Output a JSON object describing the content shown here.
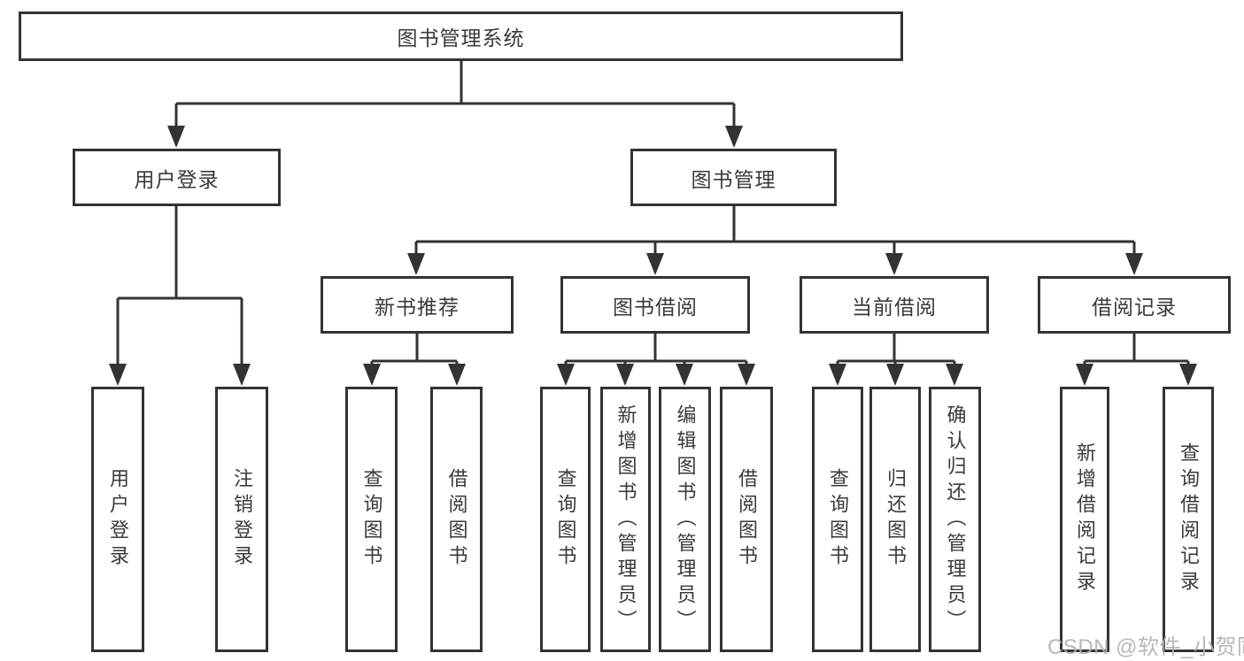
{
  "diagram_title": "图书管理系统",
  "colors": {
    "background": "#ffffff",
    "box_border": "#333333",
    "line": "#333333",
    "text": "#3a3a3a",
    "watermark": "#b2b2b2"
  },
  "nodes": {
    "root": {
      "label": "图书管理系统"
    },
    "userLogin": {
      "label": "用户登录"
    },
    "bookMgmt": {
      "label": "图书管理"
    },
    "newBookRec": {
      "label": "新书推荐"
    },
    "bookBorrow": {
      "label": "图书借阅"
    },
    "currentBorrow": {
      "label": "当前借阅"
    },
    "borrowRecords": {
      "label": "借阅记录"
    },
    "leafUserLogin": {
      "label": "用户登录"
    },
    "leafLogout": {
      "label": "注销登录"
    },
    "leafQueryBook1": {
      "label": "查询图书"
    },
    "leafBorrowBook1": {
      "label": "借阅图书"
    },
    "leafQueryBook2": {
      "label": "查询图书"
    },
    "leafAddBook": {
      "label": "新增图书（管理员）"
    },
    "leafEditBook": {
      "label": "编辑图书（管理员）"
    },
    "leafBorrowBook2": {
      "label": "借阅图书"
    },
    "leafQueryBook3": {
      "label": "查询图书"
    },
    "leafReturnBook": {
      "label": "归还图书"
    },
    "leafConfirmReturn": {
      "label": "确认归还（管理员）"
    },
    "leafAddBorrowRecord": {
      "label": "新增借阅记录"
    },
    "leafQueryBorrowRecord": {
      "label": "查询借阅记录"
    }
  },
  "edges": [
    [
      "root",
      "userLogin"
    ],
    [
      "root",
      "bookMgmt"
    ],
    [
      "userLogin",
      "leafUserLogin"
    ],
    [
      "userLogin",
      "leafLogout"
    ],
    [
      "bookMgmt",
      "newBookRec"
    ],
    [
      "bookMgmt",
      "bookBorrow"
    ],
    [
      "bookMgmt",
      "currentBorrow"
    ],
    [
      "bookMgmt",
      "borrowRecords"
    ],
    [
      "newBookRec",
      "leafQueryBook1"
    ],
    [
      "newBookRec",
      "leafBorrowBook1"
    ],
    [
      "bookBorrow",
      "leafQueryBook2"
    ],
    [
      "bookBorrow",
      "leafAddBook"
    ],
    [
      "bookBorrow",
      "leafEditBook"
    ],
    [
      "bookBorrow",
      "leafBorrowBook2"
    ],
    [
      "currentBorrow",
      "leafQueryBook3"
    ],
    [
      "currentBorrow",
      "leafReturnBook"
    ],
    [
      "currentBorrow",
      "leafConfirmReturn"
    ],
    [
      "borrowRecords",
      "leafAddBorrowRecord"
    ],
    [
      "borrowRecords",
      "leafQueryBorrowRecord"
    ]
  ],
  "watermark": {
    "text": "CSDN @软件_小贺同学"
  }
}
